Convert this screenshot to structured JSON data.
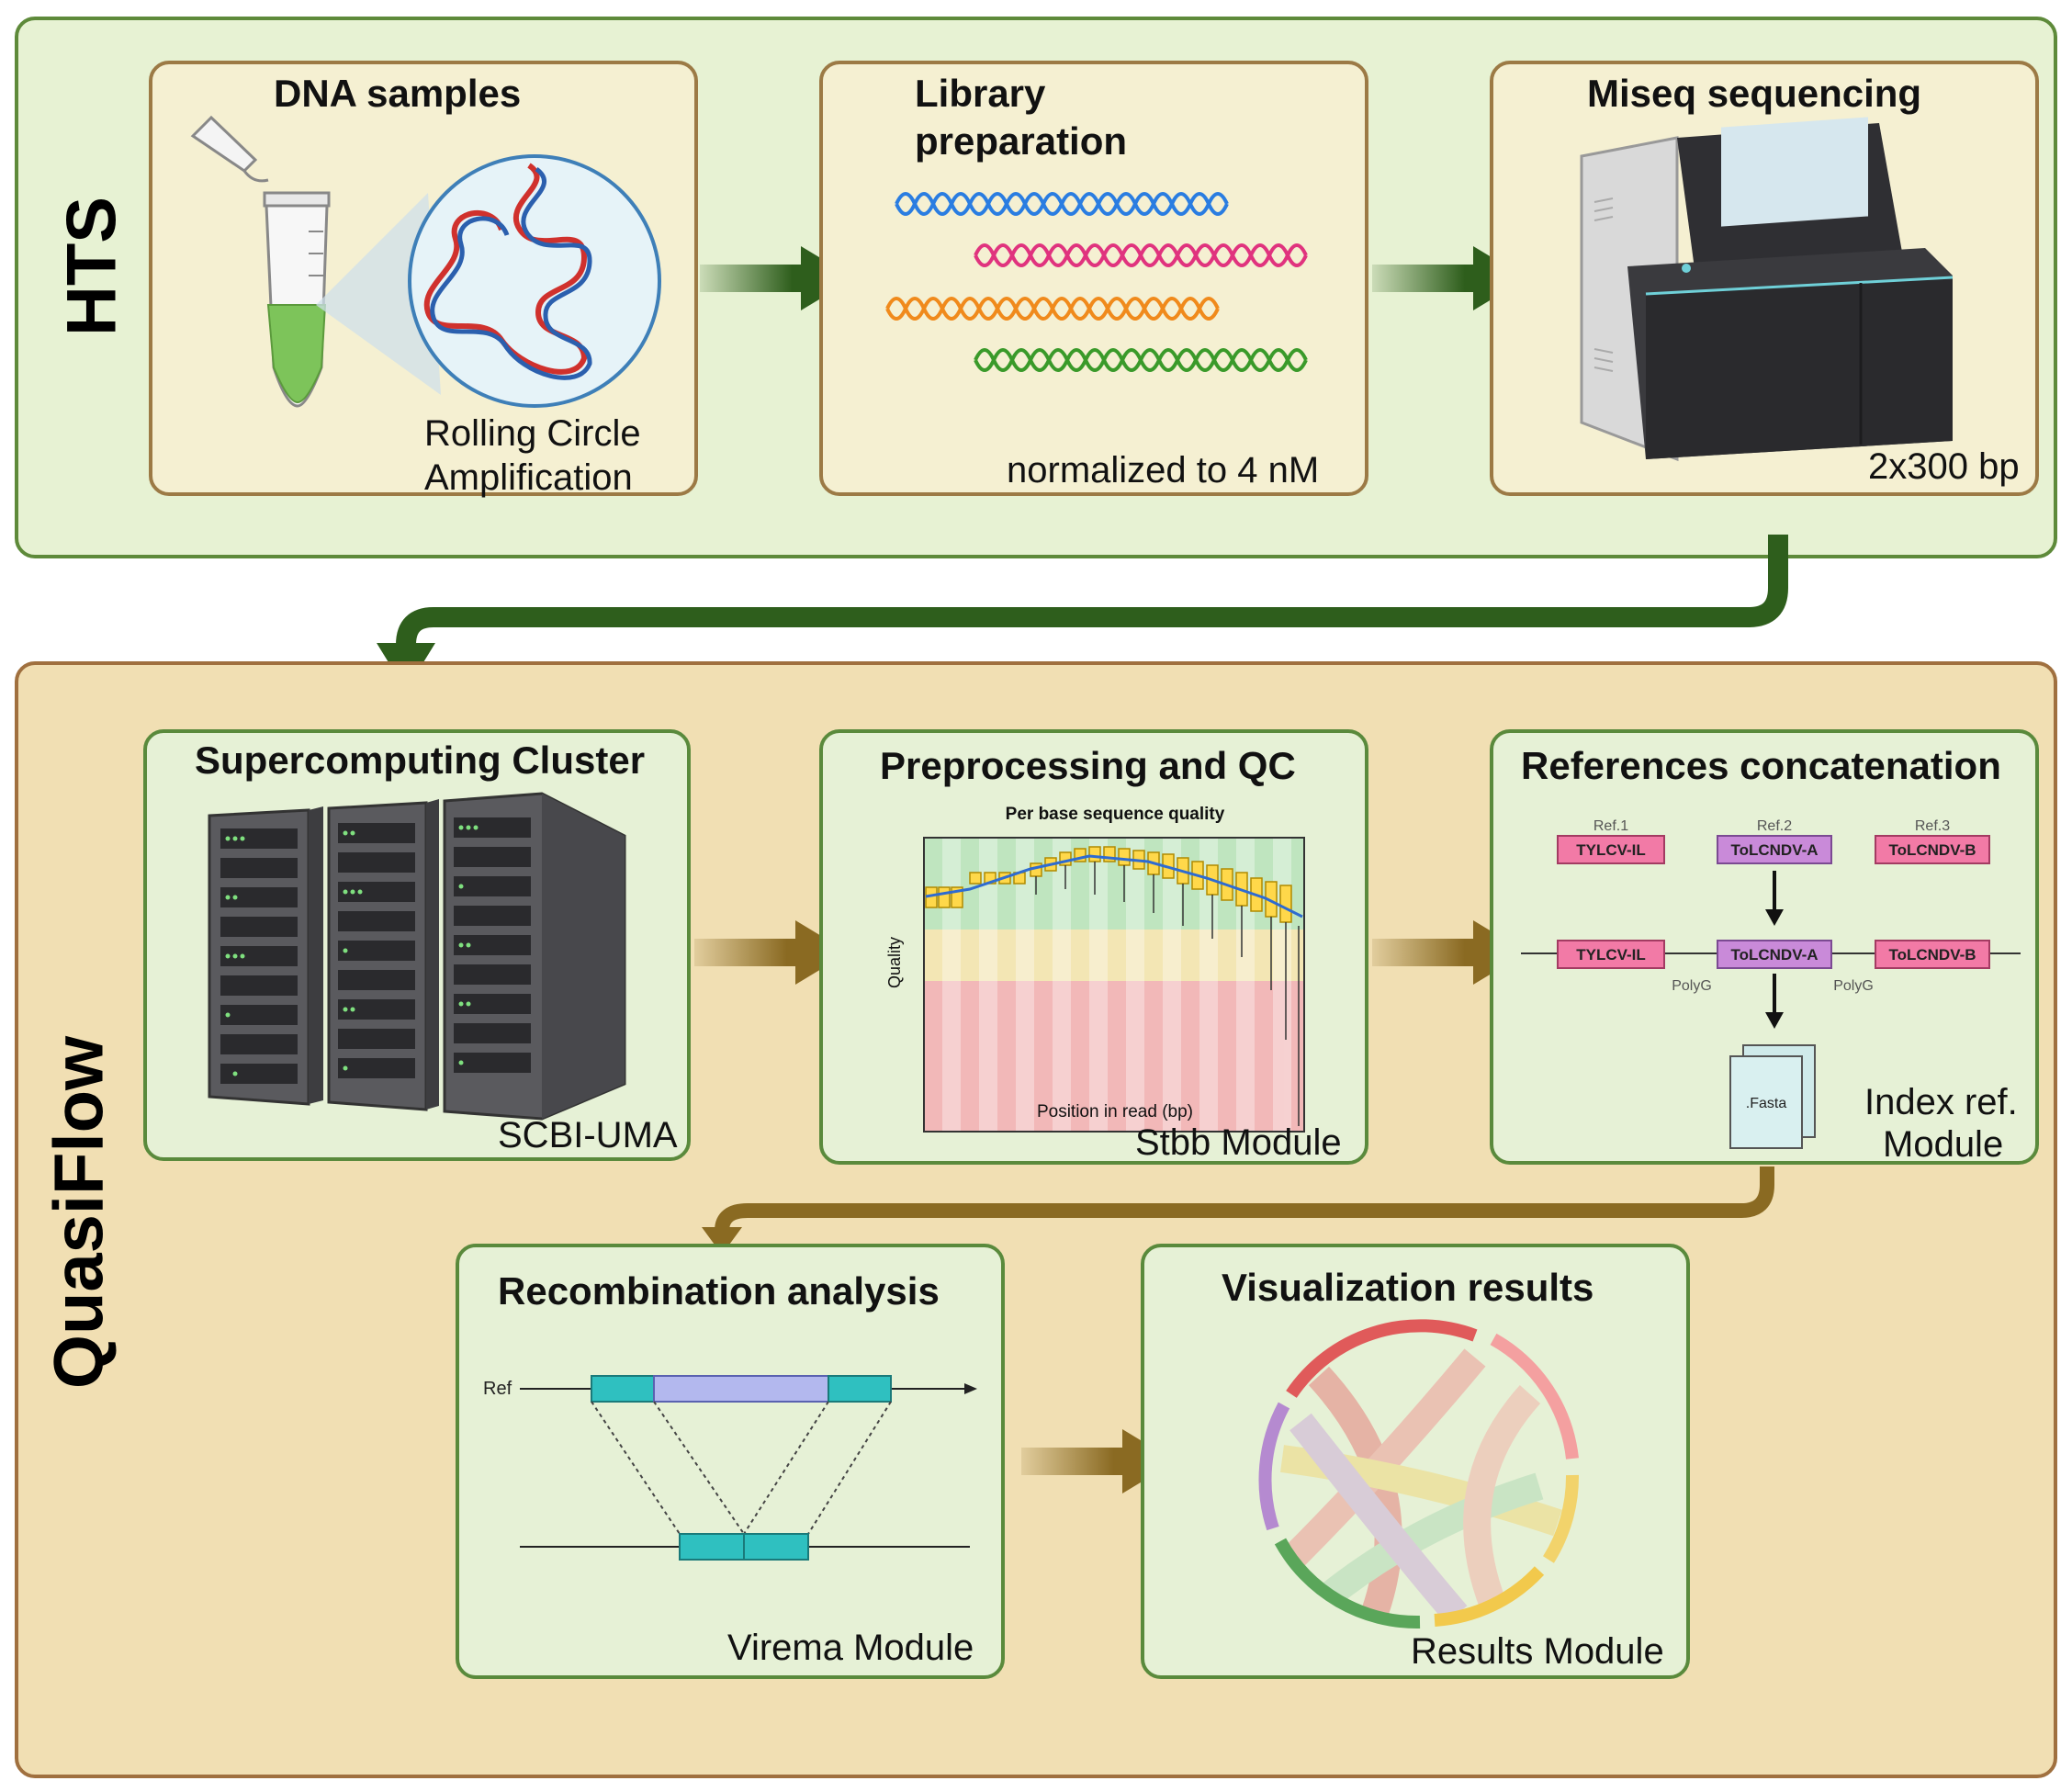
{
  "hts": {
    "label": "HTS",
    "dna": {
      "title": "DNA samples",
      "note_line1": "Rolling Circle",
      "note_line2": "Amplification"
    },
    "library": {
      "title_line1": "Library",
      "title_line2": "preparation",
      "note": "normalized to 4 nM"
    },
    "miseq": {
      "title": "Miseq sequencing",
      "note": "2x300 bp"
    }
  },
  "quasiflow": {
    "label": "QuasiFlow",
    "cluster": {
      "title": "Supercomputing Cluster",
      "note": "SCBI-UMA"
    },
    "preprocessing": {
      "title": "Preprocessing and QC",
      "chart_title": "Per base sequence quality",
      "xlabel": "Position in read (bp)",
      "ylabel": "Quality",
      "note": "Stbb Module"
    },
    "references": {
      "title": "References concatenation",
      "refs": [
        {
          "ref_label": "Ref.1",
          "name": "TYLCV-IL",
          "color": "#f27aa6"
        },
        {
          "ref_label": "Ref.2",
          "name": "ToLCNDV-A",
          "color": "#c98ad9"
        },
        {
          "ref_label": "Ref.3",
          "name": "ToLCNDV-B",
          "color": "#f27aa6"
        }
      ],
      "linker1": "PolyG",
      "linker2": "PolyG",
      "file_label": ".Fasta",
      "note_line1": "Index ref.",
      "note_line2": "Module"
    },
    "recombination": {
      "title": "Recombination analysis",
      "ref_label": "Ref",
      "note": "Virema Module"
    },
    "visualization": {
      "title": "Visualization results",
      "note": "Results Module"
    }
  },
  "colors": {
    "hts_arrow": "#2e5e1c",
    "qf_arrow": "#8a6a22",
    "hts_bg": "#e7f2d3",
    "qf_bg": "#f1dfb3"
  }
}
